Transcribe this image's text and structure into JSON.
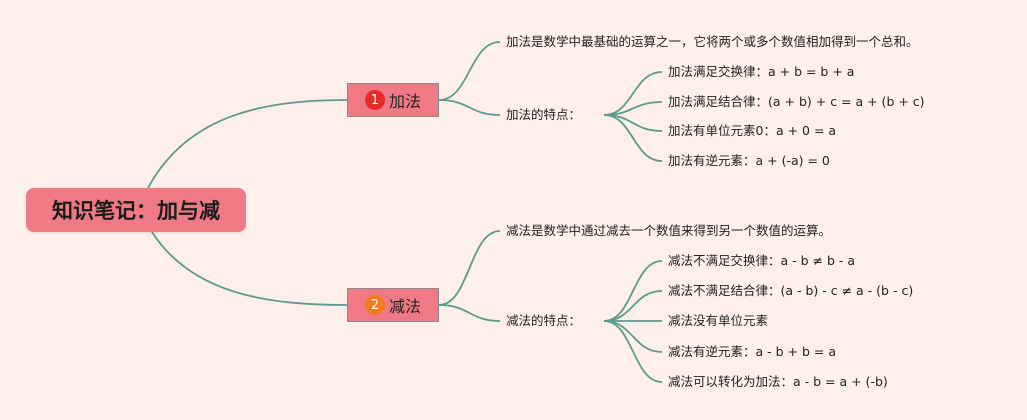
{
  "root": {
    "title": "知识笔记：加与减"
  },
  "colors": {
    "node_fill": "#ef7a86",
    "line": "#5e9a8a",
    "badge1": "#e52a2a",
    "badge2": "#f07c1f"
  },
  "branches": [
    {
      "number": "1",
      "label": "加法",
      "definition": "加法是数学中最基础的运算之一，它将两个或多个数值相加得到一个总和。",
      "features_label": "加法的特点：",
      "features": [
        "加法满足交换律：a + b = b + a",
        "加法满足结合律：(a + b) + c = a + (b + c)",
        "加法有单位元素0：a + 0 = a",
        "加法有逆元素：a + (-a) = 0"
      ]
    },
    {
      "number": "2",
      "label": "减法",
      "definition": "减法是数学中通过减去一个数值来得到另一个数值的运算。",
      "features_label": "减法的特点：",
      "features": [
        "减法不满足交换律：a - b ≠ b - a",
        "减法不满足结合律：(a - b) - c ≠ a - (b - c)",
        "减法没有单位元素",
        "减法有逆元素：a - b + b = a",
        "减法可以转化为加法：a - b = a + (-b)"
      ]
    }
  ]
}
